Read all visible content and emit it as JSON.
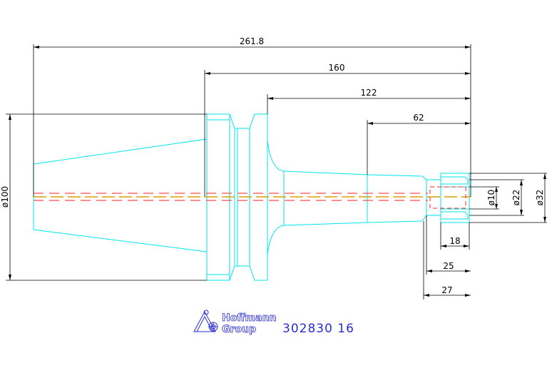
{
  "drawing": {
    "dimensions": {
      "overall_length": "261.8",
      "length_160": "160",
      "length_122": "122",
      "length_62": "62",
      "length_18": "18",
      "length_25": "25",
      "length_27": "27",
      "diameter_100": "ø100",
      "diameter_10": "ø10",
      "diameter_22": "ø22",
      "diameter_32": "ø32"
    },
    "part_number": "302830 16",
    "logo": {
      "line1": "Hoffmann",
      "line2": "Group"
    },
    "colors": {
      "outline": "#00e5ee",
      "dimension": "#000000",
      "centerline_red": "#ff2020",
      "centerline_yellow": "#d6a400",
      "logo_blue": "#2b2bd6"
    }
  }
}
